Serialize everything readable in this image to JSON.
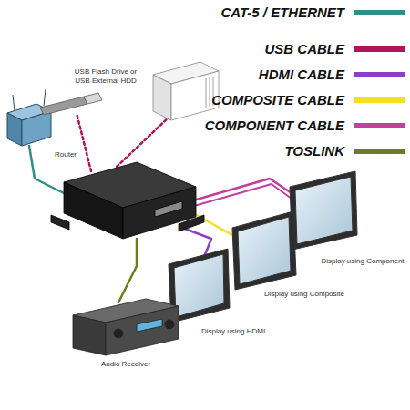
{
  "diagram": {
    "nodes": [
      {
        "text": [
          "USB Flash Drive or USB External HDD"
        ]
      },
      {
        "text": [
          "Router"
        ]
      },
      {
        "text": [
          "Display using Component"
        ]
      },
      {
        "text": [
          "Display using Composite"
        ]
      },
      {
        "text": [
          "Display using HDMI"
        ]
      },
      {
        "text": [
          "Audio Receiver"
        ]
      }
    ],
    "legend": [
      {
        "text": "CAT-5 / ETHERNET",
        "color": "#2f8f8a"
      },
      {
        "text": "USB CABLE",
        "color": "#b0145a"
      },
      {
        "text": "HDMI CABLE",
        "color": "#8a3fc8"
      },
      {
        "text": "COMPOSITE CABLE",
        "color": "#f0e020"
      },
      {
        "text": "COMPONENT CABLE",
        "color": "#c040a0"
      },
      {
        "text": "TOSLINK",
        "color": "#6b7d1f"
      }
    ]
  }
}
